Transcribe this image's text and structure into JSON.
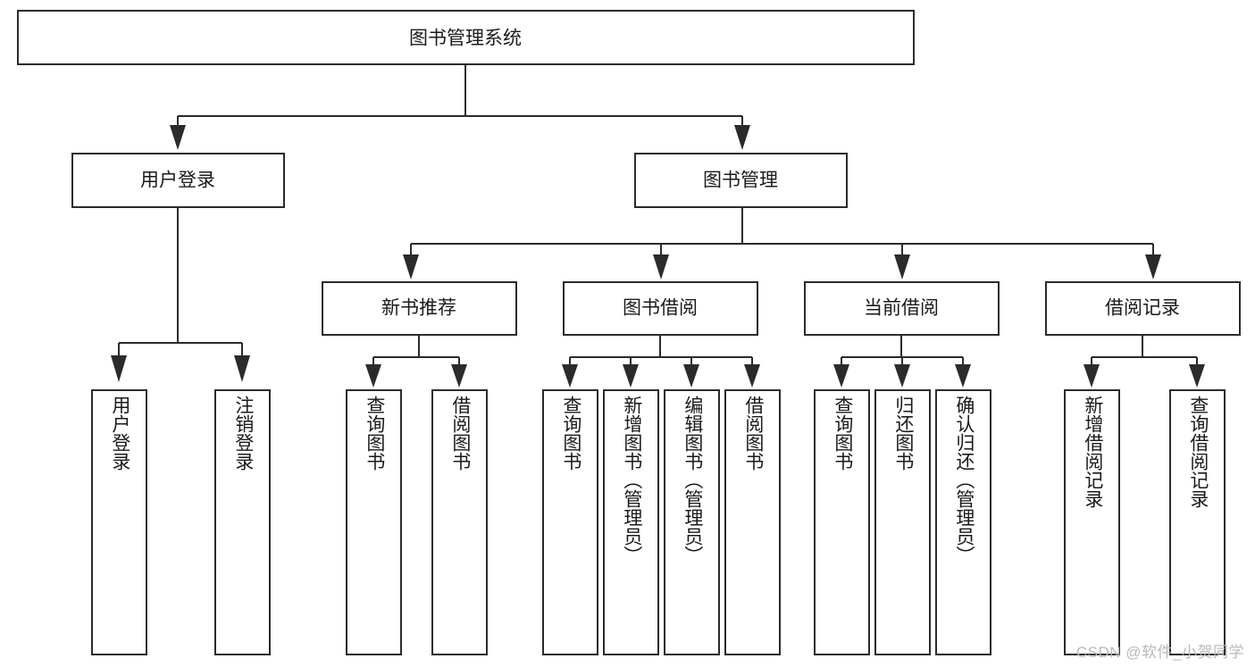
{
  "diagram": {
    "type": "tree-hierarchy",
    "title": "图书管理系统",
    "watermark": "CSDN @软件_小贺同学",
    "colors": {
      "box_stroke": "#2b2b2b",
      "box_fill": "#ffffff",
      "text": "#1a1a1a",
      "connector": "#2b2b2b",
      "watermark": "#b9b9b9"
    },
    "levels": {
      "root": {
        "label": "图书管理系统"
      },
      "level2": [
        {
          "label": "用户登录"
        },
        {
          "label": "图书管理"
        }
      ],
      "level3": [
        {
          "label": "新书推荐"
        },
        {
          "label": "图书借阅"
        },
        {
          "label": "当前借阅"
        },
        {
          "label": "借阅记录"
        }
      ]
    },
    "leaves": {
      "user_login": [
        {
          "label": "用户登录"
        },
        {
          "label": "注销登录"
        }
      ],
      "new_book_recommend": [
        {
          "label": "查询图书"
        },
        {
          "label": "借阅图书"
        }
      ],
      "book_borrow": [
        {
          "label": "查询图书"
        },
        {
          "label": "新增图书（管理员）"
        },
        {
          "label": "编辑图书（管理员）"
        },
        {
          "label": "借阅图书"
        }
      ],
      "current_borrow": [
        {
          "label": "查询图书"
        },
        {
          "label": "归还图书"
        },
        {
          "label": "确认归还（管理员）"
        }
      ],
      "borrow_record": [
        {
          "label": "新增借阅记录"
        },
        {
          "label": "查询借阅记录"
        }
      ]
    }
  }
}
